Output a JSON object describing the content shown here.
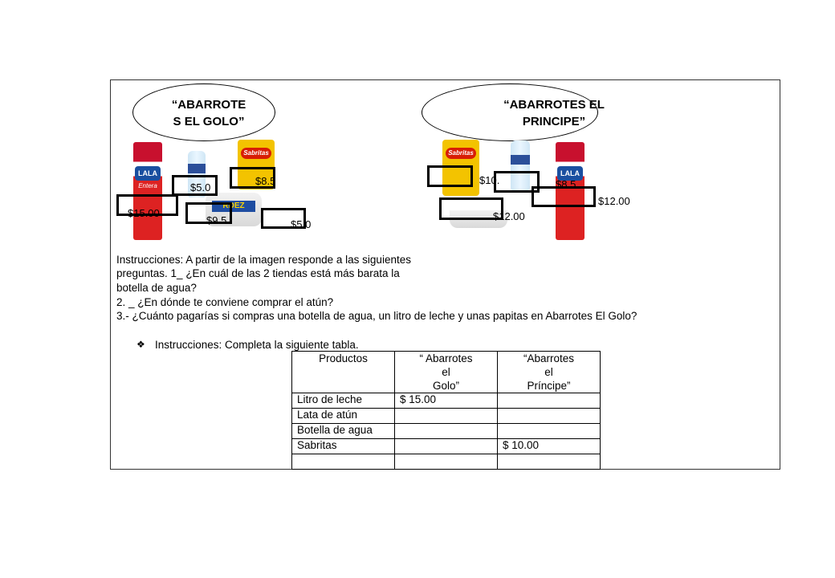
{
  "stores": {
    "golo": {
      "title_line1": "“ABARROTE",
      "title_line2": "S EL GOLO”"
    },
    "principe": {
      "title_line1": "“ABARROTES EL",
      "title_line2": "PRINCIPE”"
    }
  },
  "prices": {
    "golo": {
      "leche": "$15.00",
      "agua": "$5.0",
      "sabritas": "$8.5",
      "atun": "$9.5",
      "extra": "$5.0"
    },
    "principe": {
      "sabritas": "$10.",
      "agua": "$8.5",
      "leche": "$12.00",
      "atun": "$12.00"
    }
  },
  "product_labels": {
    "lala": "LALA",
    "entera": "Entera",
    "sabritas": "Sabritas",
    "dez": "RDEZ"
  },
  "instructions": {
    "line1": "Instrucciones: A partir de la imagen responde a las siguientes",
    "line2": "preguntas.  1_  ¿En cuál de las 2 tiendas está más barata la",
    "line3": "botella de agua?",
    "line4": "2. _ ¿En dónde te conviene comprar el atún?",
    "line5": "3.- ¿Cuánto pagarías si compras una botella de agua, un litro  de leche y unas papitas en Abarrotes  El Golo?",
    "bullet": "❖",
    "table_instr": "Instrucciones: Completa la siguiente tabla."
  },
  "table": {
    "headers": [
      "Productos",
      "“ Abarrotes\nel\nGolo”",
      "“Abarrotes\nel\nPríncipe”"
    ],
    "rows": [
      [
        "Litro  de leche",
        "$ 15.00",
        ""
      ],
      [
        "Lata de atún",
        "",
        ""
      ],
      [
        "Botella  de agua",
        "",
        ""
      ],
      [
        "Sabritas",
        "",
        "$ 10.00"
      ],
      [
        "",
        "",
        ""
      ]
    ]
  }
}
